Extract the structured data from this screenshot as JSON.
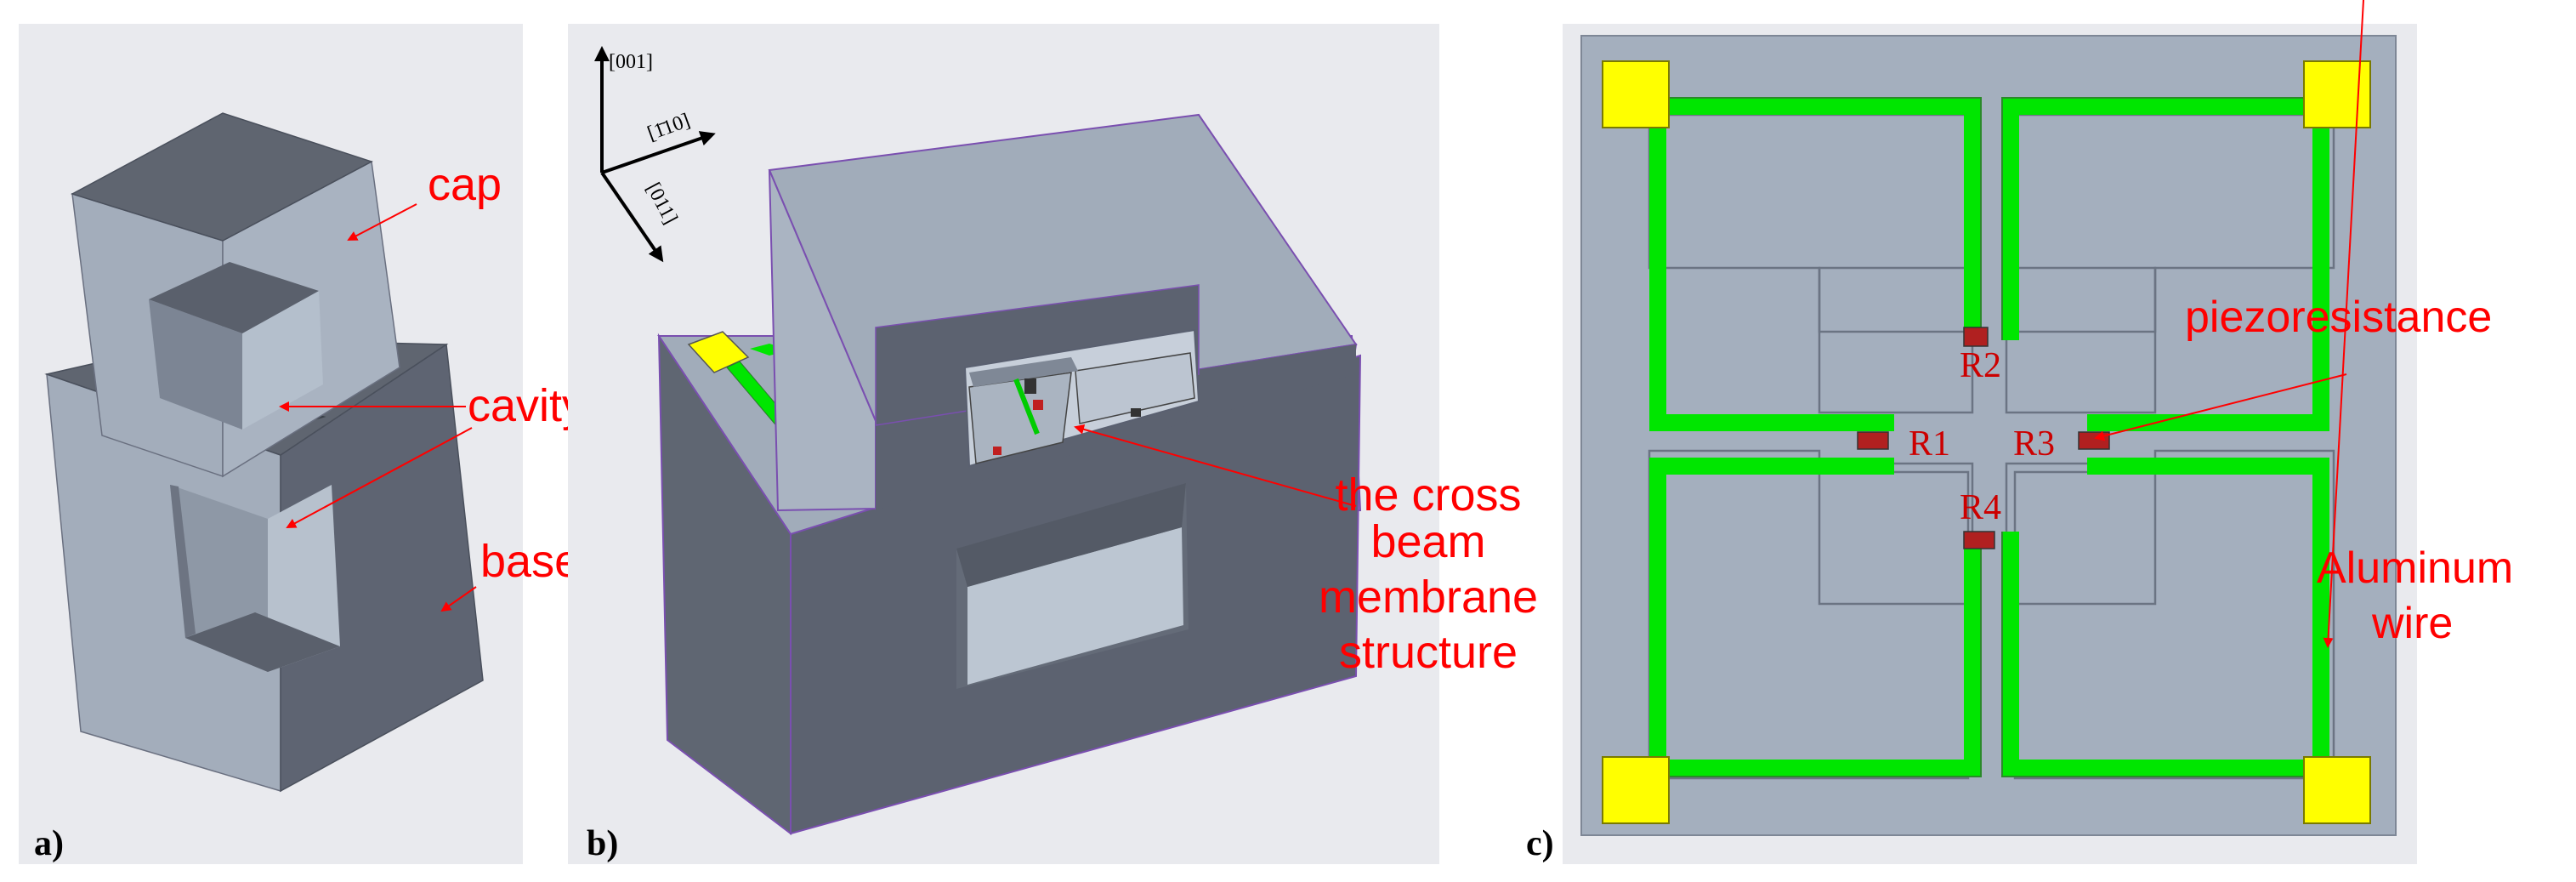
{
  "panels": {
    "a": {
      "label": "a)",
      "callouts": {
        "cap": "cap",
        "cavity": "cavity",
        "base": "base"
      }
    },
    "b": {
      "label": "b)",
      "axes": {
        "z": "[001]",
        "y": "[1̄10]",
        "x": "[011]"
      },
      "callout_lines": [
        "the cross",
        "beam",
        "membrane",
        "structure"
      ]
    },
    "c": {
      "label": "c)",
      "resistors": [
        "R1",
        "R2",
        "R3",
        "R4"
      ],
      "callouts": {
        "piezo": "piezoresistance",
        "wire_lines": [
          "Aluminum",
          "wire"
        ]
      }
    }
  },
  "colors": {
    "panel_bg": "#e9eaee",
    "face_top": "#5f6570",
    "face_light": "#a3adbb",
    "face_dark": "#5d6371",
    "chip": "#a4afbe",
    "wire": "#00e600",
    "pad": "#ffff00",
    "resistor": "#b02020",
    "annotation": "#ff0000"
  }
}
